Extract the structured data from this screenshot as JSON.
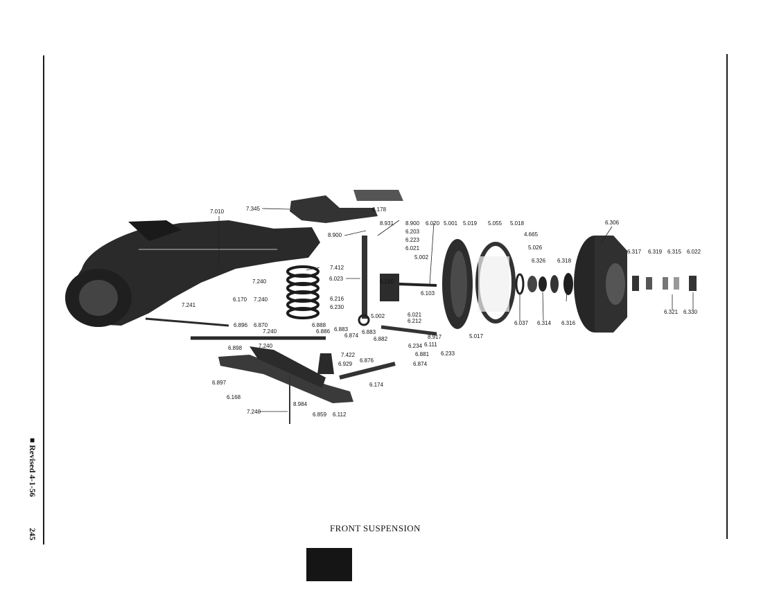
{
  "page": {
    "caption": "FRONT SUSPENSION",
    "revised_note": "■ Revised 4-1-56",
    "page_number": "245",
    "tab_color": "#151515"
  },
  "part_labels": [
    {
      "id": "l01",
      "text": "7.010"
    },
    {
      "id": "l02",
      "text": "7.345"
    },
    {
      "id": "l03",
      "text": "6.178"
    },
    {
      "id": "l04",
      "text": "8.931"
    },
    {
      "id": "l05",
      "text": "8.900"
    },
    {
      "id": "l06",
      "text": "8.900"
    },
    {
      "id": "l07",
      "text": "6.203"
    },
    {
      "id": "l08",
      "text": "6.223"
    },
    {
      "id": "l09",
      "text": "6.021"
    },
    {
      "id": "l10",
      "text": "5.002"
    },
    {
      "id": "l11",
      "text": "6.020"
    },
    {
      "id": "l12",
      "text": "5.001"
    },
    {
      "id": "l13",
      "text": "5.019"
    },
    {
      "id": "l14",
      "text": "5.055"
    },
    {
      "id": "l15",
      "text": "5.018"
    },
    {
      "id": "l16",
      "text": "4.665"
    },
    {
      "id": "l17",
      "text": "5.026"
    },
    {
      "id": "l18",
      "text": "6.306"
    },
    {
      "id": "l19",
      "text": "6.317"
    },
    {
      "id": "l20",
      "text": "6.319"
    },
    {
      "id": "l21",
      "text": "6.315"
    },
    {
      "id": "l22",
      "text": "6.022"
    },
    {
      "id": "l23",
      "text": "6.326"
    },
    {
      "id": "l24",
      "text": "6.318"
    },
    {
      "id": "l25",
      "text": "7.412"
    },
    {
      "id": "l26",
      "text": "7.240"
    },
    {
      "id": "l27",
      "text": "6.023"
    },
    {
      "id": "l28",
      "text": "6.210"
    },
    {
      "id": "l29",
      "text": "6.103"
    },
    {
      "id": "l30",
      "text": "7.240"
    },
    {
      "id": "l31",
      "text": "6.170"
    },
    {
      "id": "l32",
      "text": "6.216"
    },
    {
      "id": "l33",
      "text": "6.230"
    },
    {
      "id": "l34",
      "text": "7.241"
    },
    {
      "id": "l35",
      "text": "6.021"
    },
    {
      "id": "l36",
      "text": "6.212"
    },
    {
      "id": "l37",
      "text": "5.002"
    },
    {
      "id": "l38",
      "text": "6.896"
    },
    {
      "id": "l39",
      "text": "6.870"
    },
    {
      "id": "l40",
      "text": "6.888"
    },
    {
      "id": "l41",
      "text": "6.886"
    },
    {
      "id": "l42",
      "text": "6.883"
    },
    {
      "id": "l43",
      "text": "6.883"
    },
    {
      "id": "l44",
      "text": "6.874"
    },
    {
      "id": "l45",
      "text": "7.240"
    },
    {
      "id": "l46",
      "text": "8.917"
    },
    {
      "id": "l47",
      "text": "5.017"
    },
    {
      "id": "l48",
      "text": "6.111"
    },
    {
      "id": "l49",
      "text": "6.037"
    },
    {
      "id": "l50",
      "text": "6.314"
    },
    {
      "id": "l51",
      "text": "6.316"
    },
    {
      "id": "l52",
      "text": "6.321"
    },
    {
      "id": "l53",
      "text": "6.330"
    },
    {
      "id": "l54",
      "text": "6.898"
    },
    {
      "id": "l55",
      "text": "7.240"
    },
    {
      "id": "l56",
      "text": "6.882"
    },
    {
      "id": "l57",
      "text": "6.234"
    },
    {
      "id": "l58",
      "text": "6.233"
    },
    {
      "id": "l59",
      "text": "7.422"
    },
    {
      "id": "l60",
      "text": "6.881"
    },
    {
      "id": "l61",
      "text": "6.929"
    },
    {
      "id": "l62",
      "text": "6.876"
    },
    {
      "id": "l63",
      "text": "6.874"
    },
    {
      "id": "l64",
      "text": "6.897"
    },
    {
      "id": "l65",
      "text": "6.174"
    },
    {
      "id": "l66",
      "text": "6.168"
    },
    {
      "id": "l67",
      "text": "8.984"
    },
    {
      "id": "l68",
      "text": "7.240"
    },
    {
      "id": "l69",
      "text": "6.859"
    },
    {
      "id": "l70",
      "text": "6.112"
    }
  ]
}
